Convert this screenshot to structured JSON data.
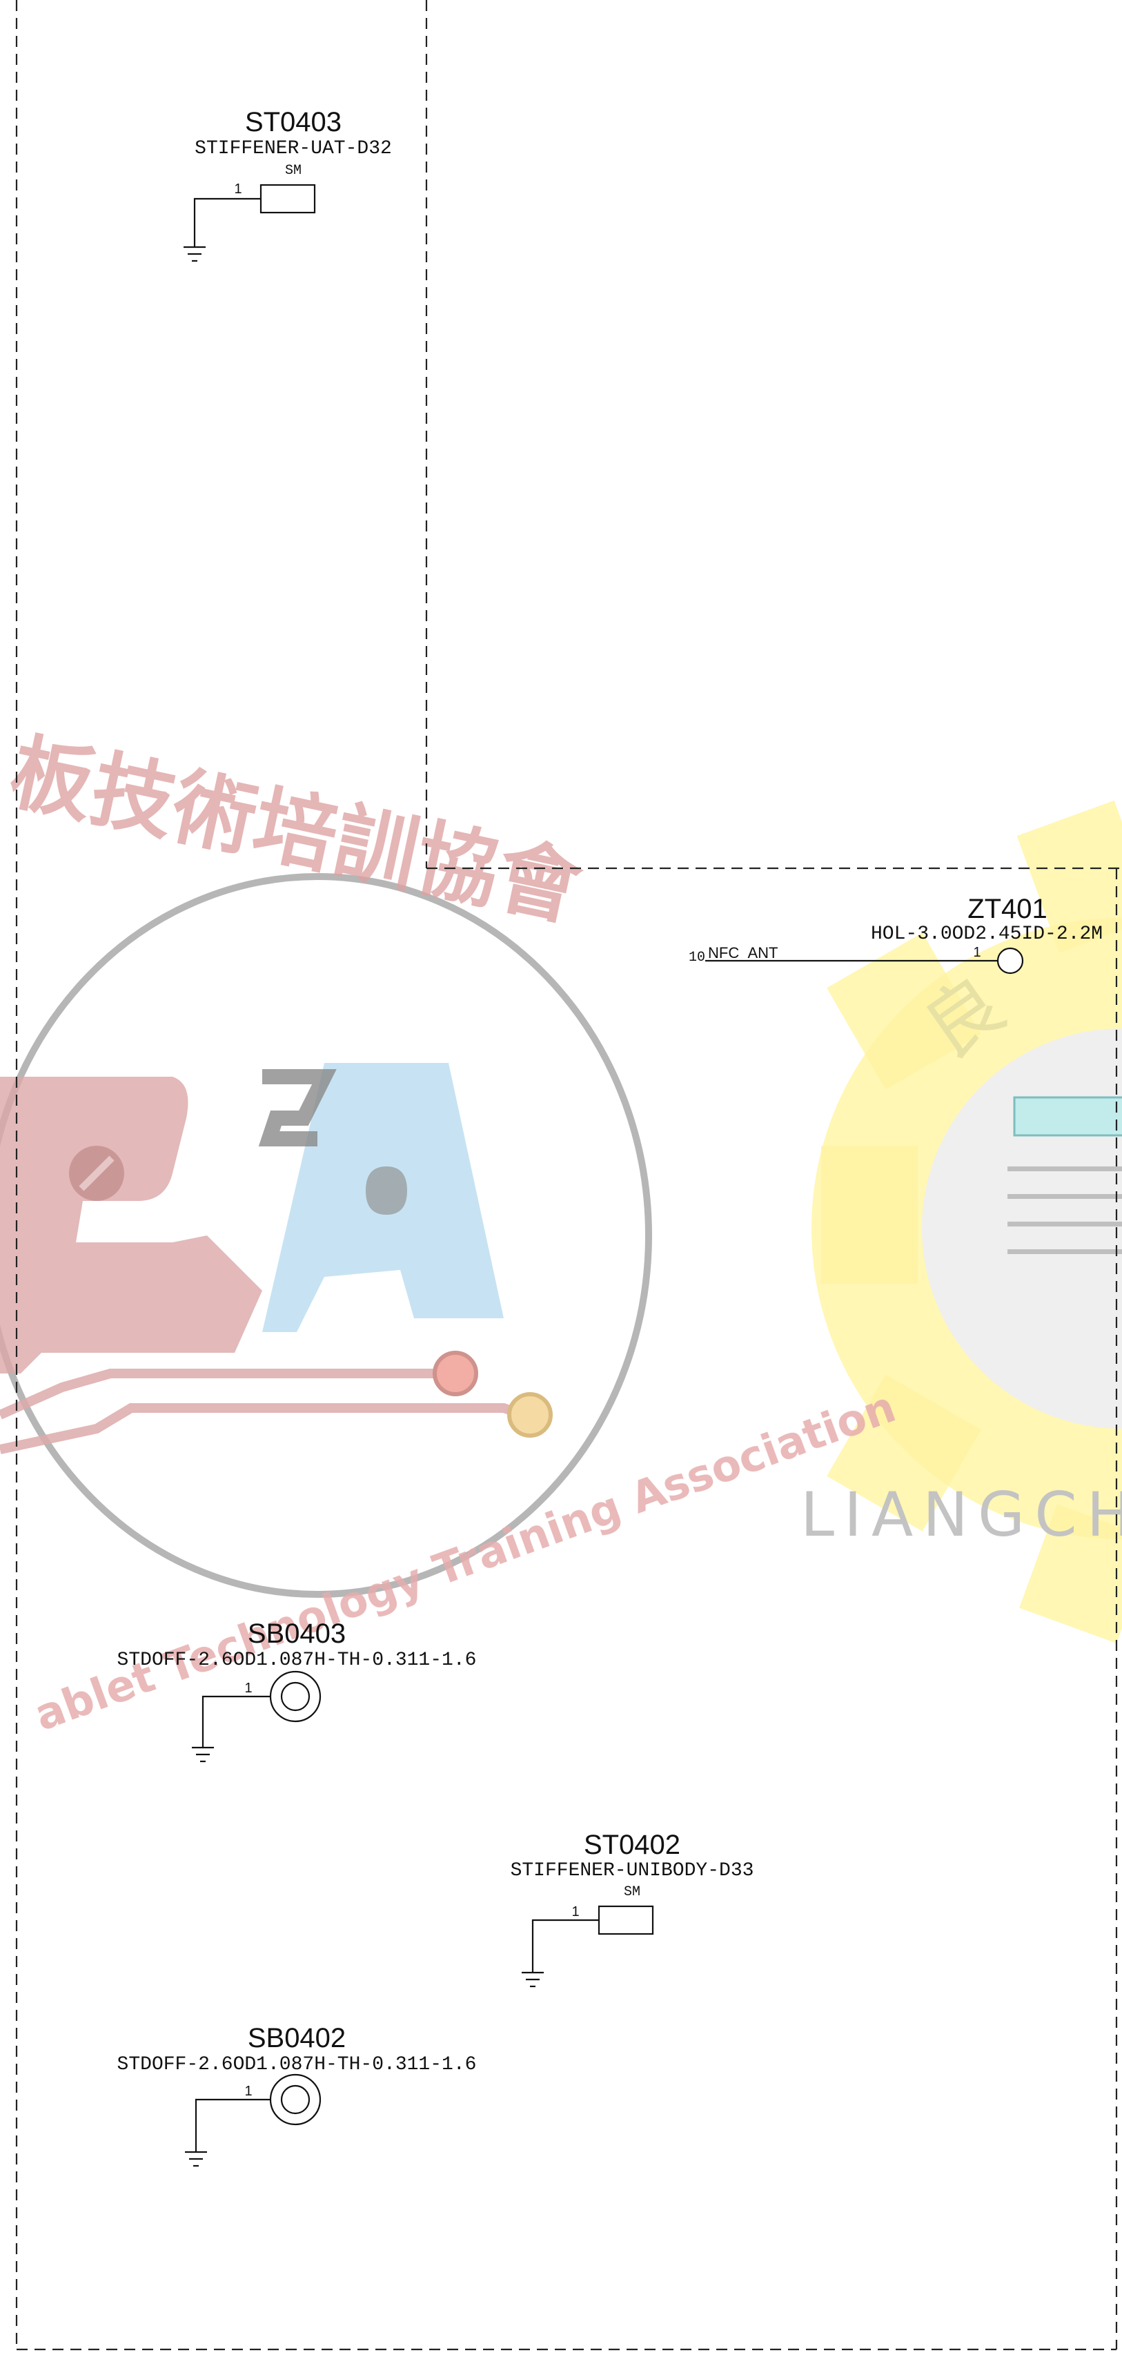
{
  "components": {
    "st0403": {
      "ref": "ST0403",
      "value": "STIFFENER-UAT-D32",
      "package": "SM",
      "pin": "1"
    },
    "zt401": {
      "ref": "ZT401",
      "value": "HOL-3.0OD2.45ID-2.2M",
      "pin": "1",
      "net_pin": "10",
      "net": "NFC_ANT"
    },
    "sb0403": {
      "ref": "SB0403",
      "value": "STDOFF-2.6OD1.087H-TH-0.311-1.6",
      "pin": "1"
    },
    "st0402": {
      "ref": "ST0402",
      "value": "STIFFENER-UNIBODY-D33",
      "package": "SM",
      "pin": "1"
    },
    "sb0402": {
      "ref": "SB0402",
      "value": "STDOFF-2.6OD1.087H-TH-0.311-1.6",
      "pin": "1"
    }
  },
  "watermark": {
    "cn_text": "板技術培訓協會",
    "en_text": "ablet Technology Training Association",
    "brand_text": "LIANGCH",
    "letters": "PA",
    "colors": {
      "red": "#d08c8c",
      "blue": "#b4d8ee",
      "yellow": "#fff07a",
      "gray": "#9a9a9a",
      "teal": "#bfeaea"
    }
  }
}
